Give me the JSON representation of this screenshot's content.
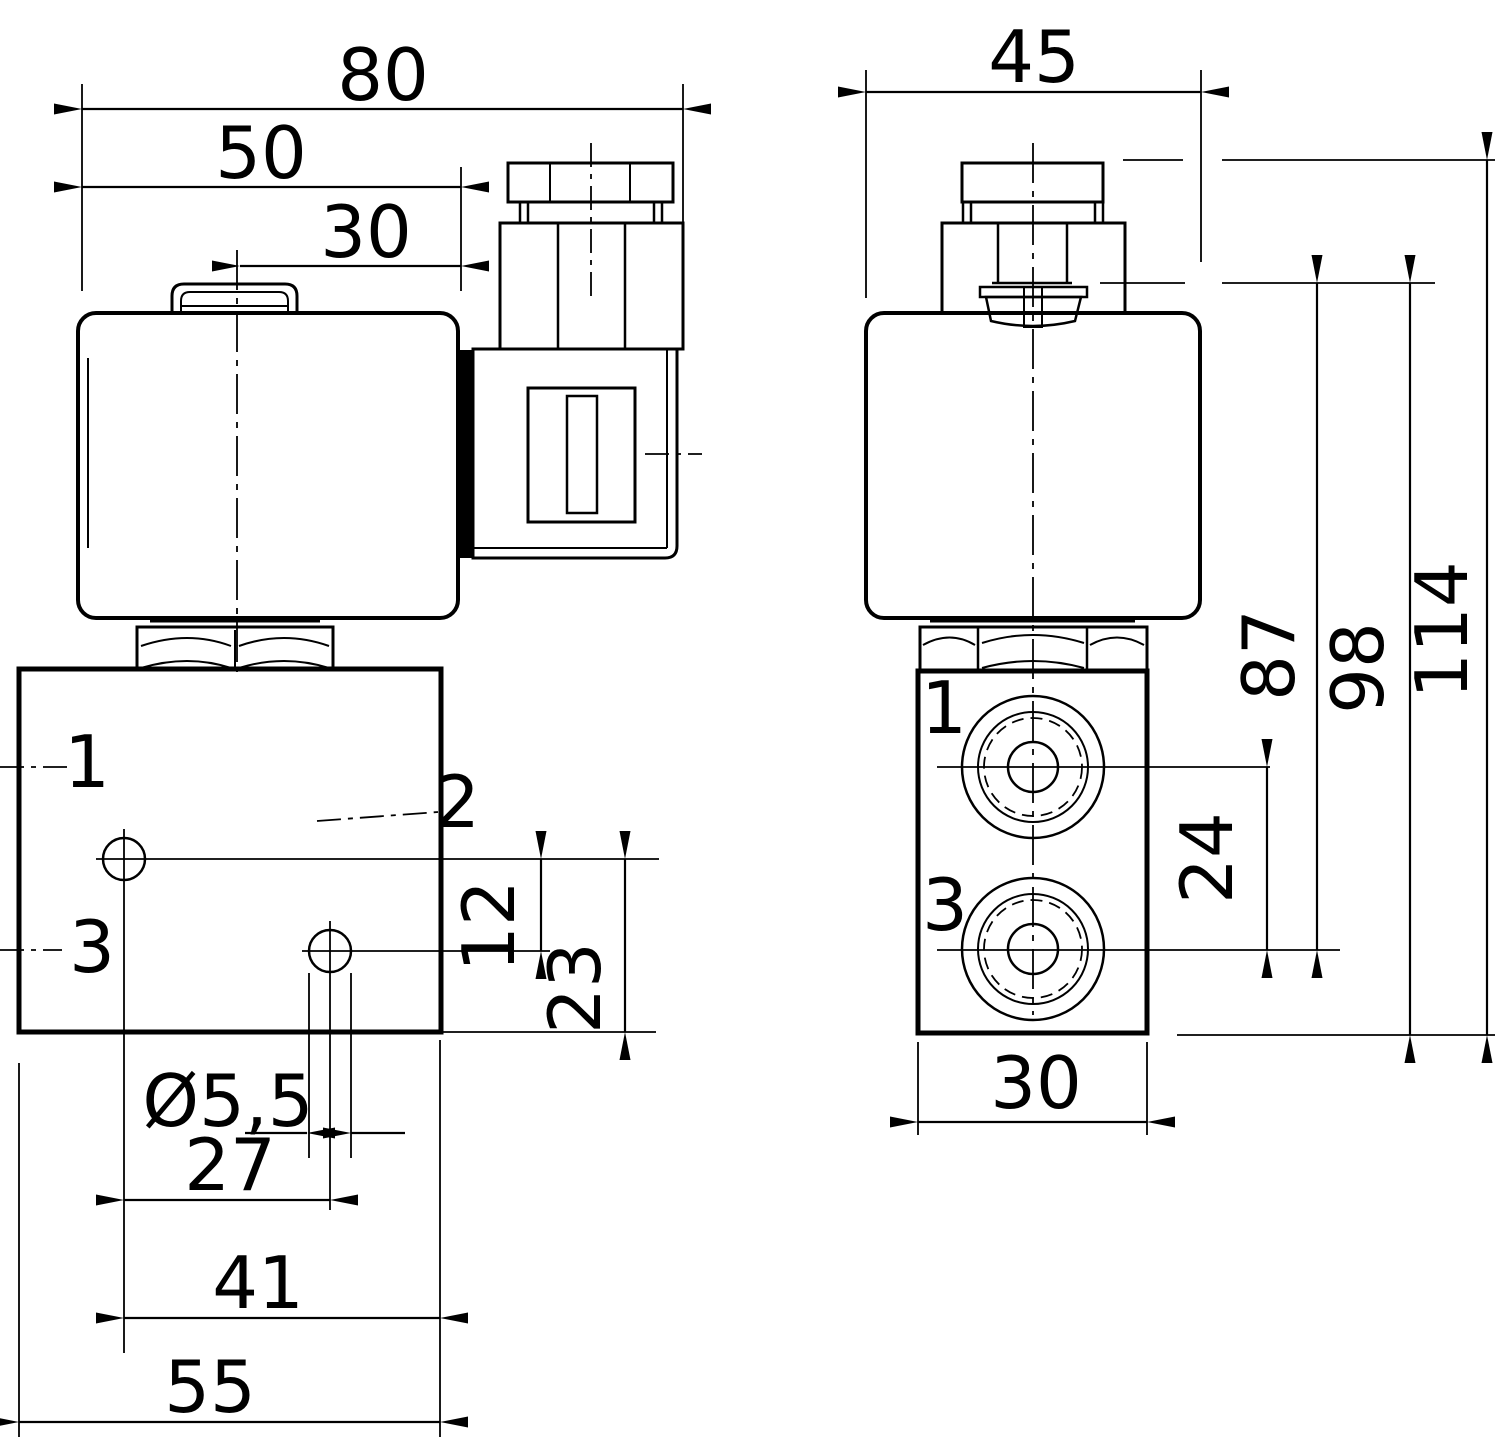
{
  "drawing_type": "technical-dimension-drawing",
  "subject": "solenoid cartridge valve with coil and DIN connector, two orthographic views",
  "colors": {
    "line": "#000000",
    "background": "#ffffff"
  },
  "dims": {
    "d80": "80",
    "d50": "50",
    "d30_top": "30",
    "d12": "12",
    "d23": "23",
    "d5_5": "Ø5,5",
    "d27": "27",
    "d41": "41",
    "d55": "55",
    "d45": "45",
    "d24": "24",
    "d87": "87",
    "d98": "98",
    "d114": "114",
    "d30_bottom": "30"
  },
  "labels": {
    "left_port1": "1",
    "left_port2": "2",
    "left_port3": "3",
    "right_port1": "1",
    "right_port3": "3"
  }
}
